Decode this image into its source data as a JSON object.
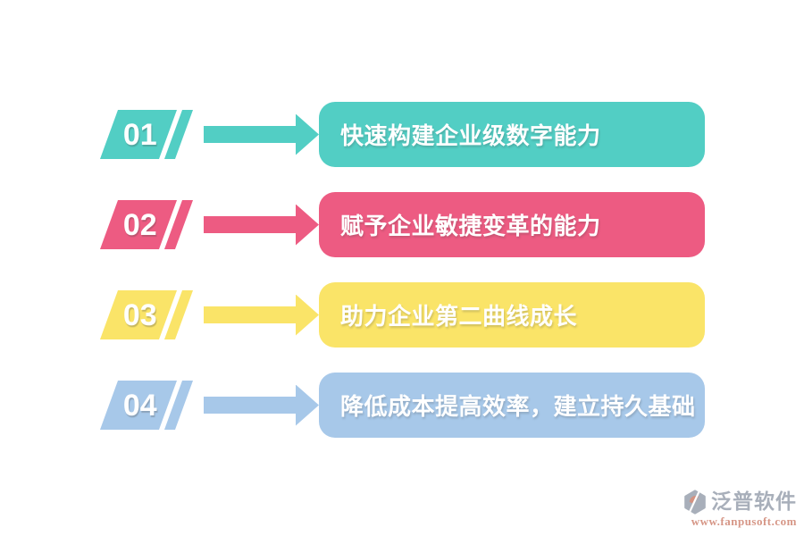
{
  "steps": [
    {
      "number": "01",
      "label": "快速构建企业级数字能力",
      "color": "#52cec4"
    },
    {
      "number": "02",
      "label": "赋予企业敏捷变革的能力",
      "color": "#ed5b82"
    },
    {
      "number": "03",
      "label": "助力企业第二曲线成长",
      "color": "#fae468"
    },
    {
      "number": "04",
      "label": "降低成本提高效率，建立持久基础",
      "color": "#a7c8e9"
    }
  ],
  "watermark": {
    "brand": "泛普软件",
    "url": "www.fanpusoft.com",
    "brand_color": "#9aa2ae",
    "url_color": "#cf8472",
    "icon_gray": "#9aa2ae",
    "icon_accent": "#cd7f6b"
  }
}
